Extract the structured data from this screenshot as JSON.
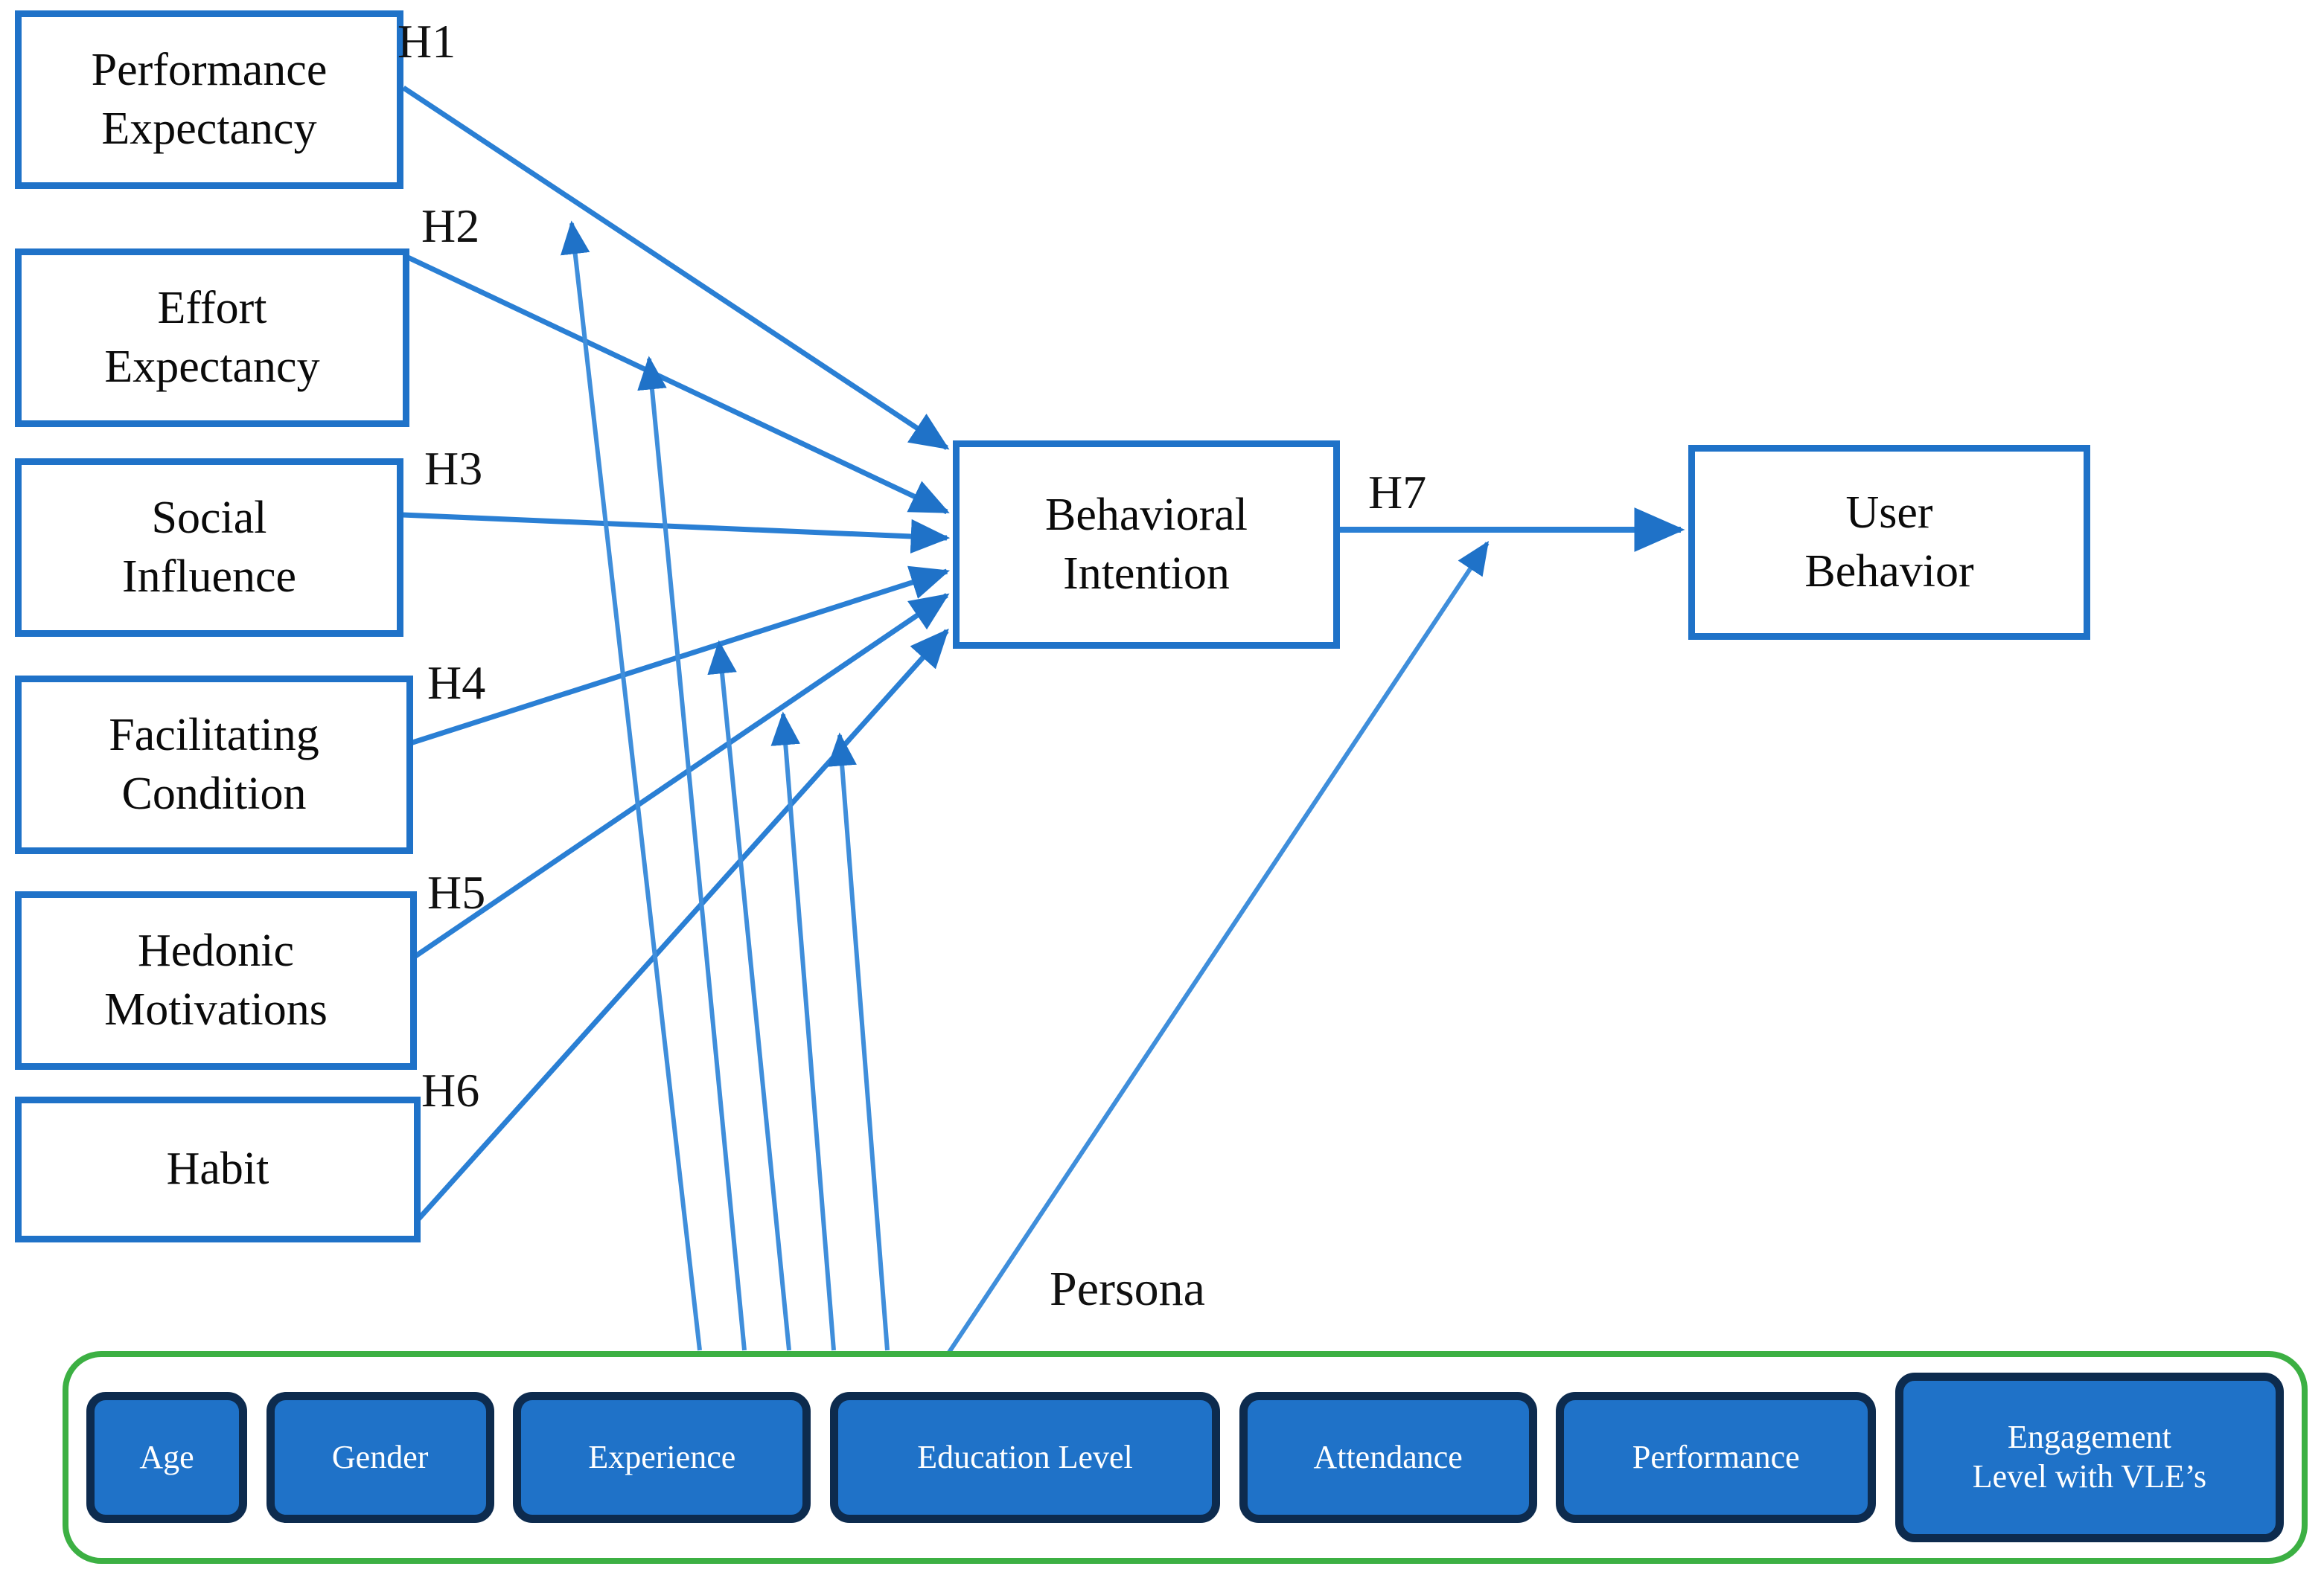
{
  "diagram": {
    "title_text_color": "#111111",
    "accent_blue": "#1f72c8",
    "persona_green": "#3cb043",
    "button_border_navy": "#0d2b4e",
    "constructs": [
      {
        "id": "performance-expectancy",
        "label": "Performance\nExpectancy"
      },
      {
        "id": "effort-expectancy",
        "label": "Effort\nExpectancy"
      },
      {
        "id": "social-influence",
        "label": "Social\nInfluence"
      },
      {
        "id": "facilitating-condition",
        "label": "Facilitating\nCondition"
      },
      {
        "id": "hedonic-motivations",
        "label": "Hedonic\nMotivations"
      },
      {
        "id": "habit",
        "label": "Habit"
      }
    ],
    "mediator": {
      "id": "behavioral-intention",
      "label": "Behavioral\nIntention"
    },
    "outcome": {
      "id": "user-behavior",
      "label": "User\nBehavior"
    },
    "hypotheses": [
      {
        "id": "h1",
        "label": "H1",
        "from": "Performance Expectancy",
        "to": "Behavioral Intention"
      },
      {
        "id": "h2",
        "label": "H2",
        "from": "Effort Expectancy",
        "to": "Behavioral Intention"
      },
      {
        "id": "h3",
        "label": "H3",
        "from": "Social Influence",
        "to": "Behavioral Intention"
      },
      {
        "id": "h4",
        "label": "H4",
        "from": "Facilitating Condition",
        "to": "Behavioral Intention"
      },
      {
        "id": "h5",
        "label": "H5",
        "from": "Hedonic Motivations",
        "to": "Behavioral Intention"
      },
      {
        "id": "h6",
        "label": "H6",
        "from": "Habit",
        "to": "Behavioral Intention"
      },
      {
        "id": "h7",
        "label": "H7",
        "from": "Behavioral Intention",
        "to": "User Behavior"
      }
    ],
    "persona": {
      "group_label": "Persona",
      "items": [
        {
          "id": "age",
          "label": "Age"
        },
        {
          "id": "gender",
          "label": "Gender"
        },
        {
          "id": "experience",
          "label": "Experience"
        },
        {
          "id": "education-level",
          "label": "Education Level"
        },
        {
          "id": "attendance",
          "label": "Attendance"
        },
        {
          "id": "performance",
          "label": "Performance"
        },
        {
          "id": "engagement-level",
          "label": "Engagement\nLevel with VLE’s"
        }
      ]
    }
  }
}
